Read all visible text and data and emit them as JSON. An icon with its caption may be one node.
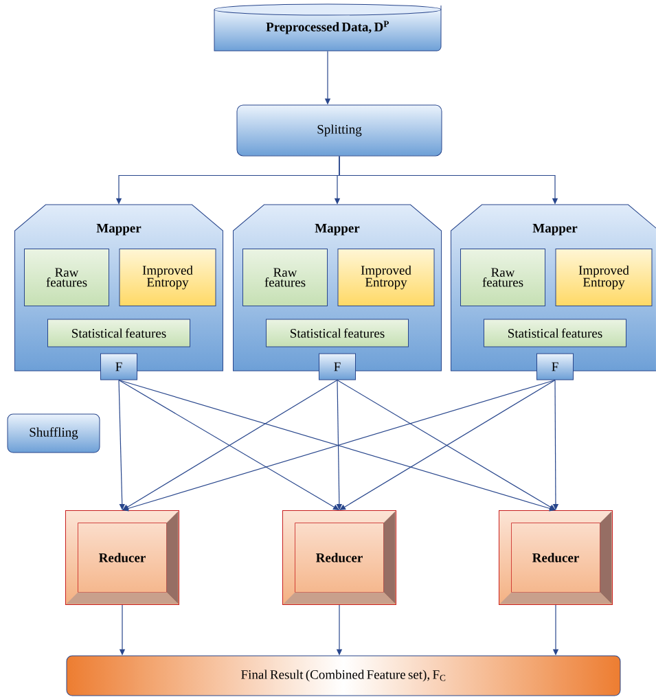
{
  "diagram": {
    "nodes": [
      {
        "text": [
          "Preprocessed Data, D$^{P}$"
        ]
      },
      {
        "text": [
          "Splitting"
        ]
      },
      {
        "text": [
          "Mapper"
        ]
      },
      {
        "text": [
          "Raw features"
        ],
        "in": 2
      },
      {
        "text": [
          "Improved Entropy"
        ],
        "in": 2
      },
      {
        "text": [
          "Statistical features"
        ],
        "in": 2
      },
      {
        "text": [
          "F"
        ]
      },
      {
        "text": [
          "Mapper"
        ]
      },
      {
        "text": [
          "Raw features"
        ],
        "in": 7
      },
      {
        "text": [
          "Improved Entropy"
        ],
        "in": 7
      },
      {
        "text": [
          "Statistical features"
        ],
        "in": 7
      },
      {
        "text": [
          "F"
        ]
      },
      {
        "text": [
          "Mapper"
        ]
      },
      {
        "text": [
          "Raw features"
        ],
        "in": 12
      },
      {
        "text": [
          "Improved Entropy"
        ],
        "in": 12
      },
      {
        "text": [
          "Statistical features"
        ],
        "in": 12
      },
      {
        "text": [
          "F"
        ]
      },
      {
        "text": [
          "Shuffling"
        ]
      },
      {
        "text": [
          "Reducer"
        ]
      },
      {
        "text": [
          "Reducer"
        ]
      },
      {
        "text": [
          "Reducer"
        ]
      },
      {
        "text": [
          "Final Result (Combined Feature set), F$_{C}$"
        ]
      }
    ],
    "edges": [
      {
        "from": 0,
        "to": 1,
        "arrow": "to"
      },
      {
        "from": 1,
        "to": 2,
        "arrow": "to"
      },
      {
        "from": 1,
        "to": 7,
        "arrow": "to"
      },
      {
        "from": 1,
        "to": 12,
        "arrow": "to"
      },
      {
        "from": 6,
        "to": 18,
        "arrow": "to"
      },
      {
        "from": 6,
        "to": 19,
        "arrow": "to"
      },
      {
        "from": 6,
        "to": 20,
        "arrow": "to"
      },
      {
        "from": 11,
        "to": 18,
        "arrow": "to"
      },
      {
        "from": 11,
        "to": 19,
        "arrow": "to"
      },
      {
        "from": 11,
        "to": 20,
        "arrow": "to"
      },
      {
        "from": 16,
        "to": 18,
        "arrow": "to"
      },
      {
        "from": 16,
        "to": 19,
        "arrow": "to"
      },
      {
        "from": 16,
        "to": 20,
        "arrow": "to"
      },
      {
        "from": 18,
        "to": 21,
        "arrow": "to"
      },
      {
        "from": 19,
        "to": 21,
        "arrow": "to"
      },
      {
        "from": 20,
        "to": 21,
        "arrow": "to"
      }
    ]
  }
}
